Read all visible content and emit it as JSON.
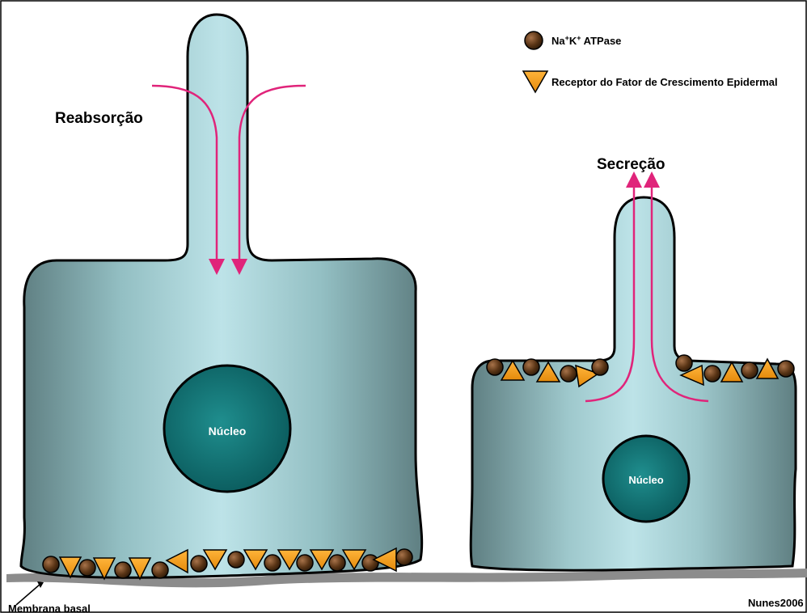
{
  "labels": {
    "reabsorption": "Reabsorção",
    "secretion": "Secreção",
    "nucleus_left": "Núcleo",
    "nucleus_right": "Núcleo",
    "basal_membrane": "Membrana basal",
    "credit": "Nunes2006"
  },
  "legend": {
    "pump": {
      "pre": "Na",
      "sup1": "+",
      "mid": "K",
      "sup2": "+",
      "post": " ATPase",
      "icon": "brown-sphere-icon"
    },
    "receptor": {
      "label": "Receptor do Fator de Crescimento Epidermal",
      "icon": "orange-triangle-icon"
    }
  },
  "colors": {
    "cell_center": "#b8dfe4",
    "cell_edge": "#5f7f82",
    "nucleus": "#0f6e6e",
    "pump": "#5a3516",
    "receptor": "#f7a31a",
    "arrow": "#e0247a",
    "membrane": "#8c8c8c"
  }
}
